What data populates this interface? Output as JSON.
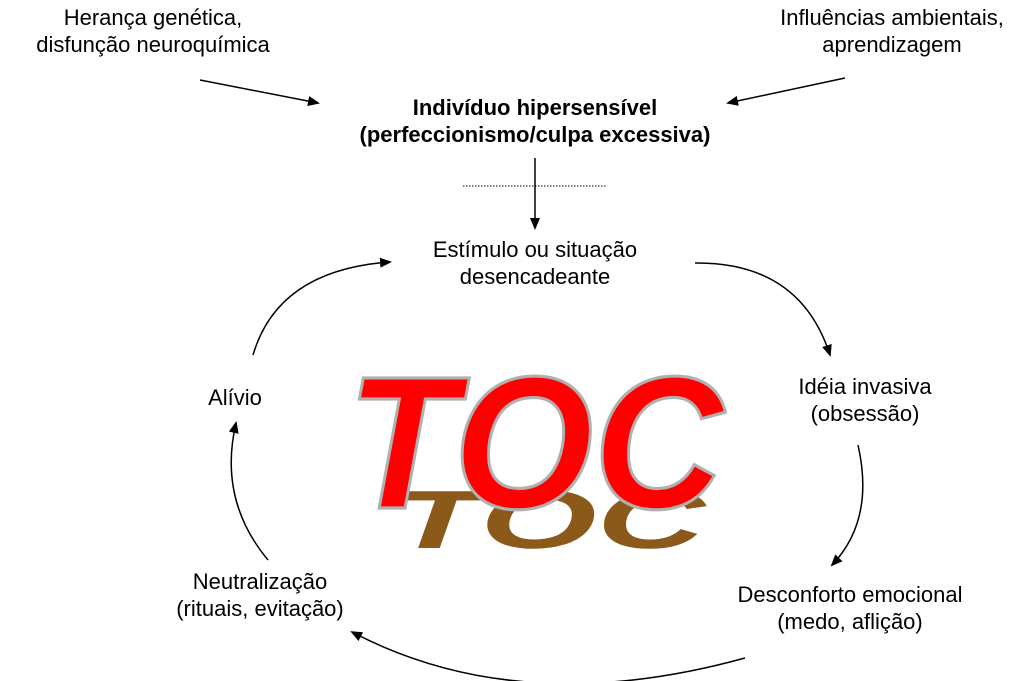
{
  "diagram": {
    "input_left": {
      "line1": "Herança genética,",
      "line2": "disfunção neuroquímica"
    },
    "input_right": {
      "line1": "Influências ambientais,",
      "line2": "aprendizagem"
    },
    "individual": {
      "line1": "Indivíduo hipersensível",
      "line2": "(perfeccionismo/culpa excessiva)"
    },
    "cycle": {
      "stimulus": {
        "line1": "Estímulo ou situação",
        "line2": "desencadeante"
      },
      "obsession": {
        "line1": "Idéia invasiva",
        "line2": "(obsessão)"
      },
      "discomfort": {
        "line1": "Desconforto emocional",
        "line2": "(medo, aflição)"
      },
      "neutralization": {
        "line1": "Neutralização",
        "line2": "(rituais, evitação)"
      },
      "relief": {
        "line1": "Alívio"
      }
    },
    "center_logo": {
      "text": "TOC",
      "fill_color": "#ff0000",
      "outline_color": "#b0b0b0",
      "shadow_color": "#8b5a1b"
    }
  }
}
